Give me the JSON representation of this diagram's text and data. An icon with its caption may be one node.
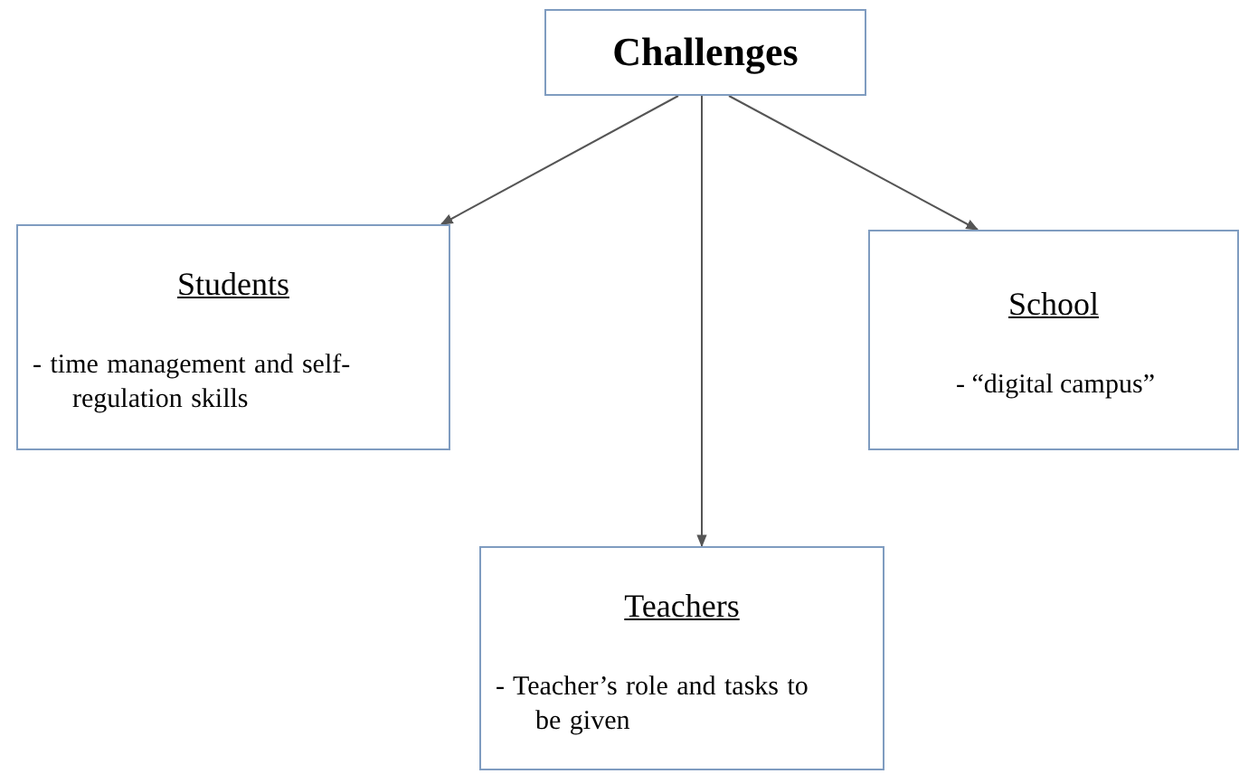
{
  "diagram": {
    "nodes": [
      {
        "text": [
          "Challenges"
        ]
      },
      {
        "text": [
          "Students",
          "- time management and self-regulation skills"
        ]
      },
      {
        "text": [
          "School",
          "- “digital campus”"
        ]
      },
      {
        "text": [
          "Teachers",
          "- Teacher’s role and tasks to be given"
        ]
      }
    ],
    "edges": [
      {
        "from": 0,
        "to": 1,
        "arrow": "to"
      },
      {
        "from": 0,
        "to": 3,
        "arrow": "to"
      },
      {
        "from": 0,
        "to": 2,
        "arrow": "to"
      }
    ]
  }
}
